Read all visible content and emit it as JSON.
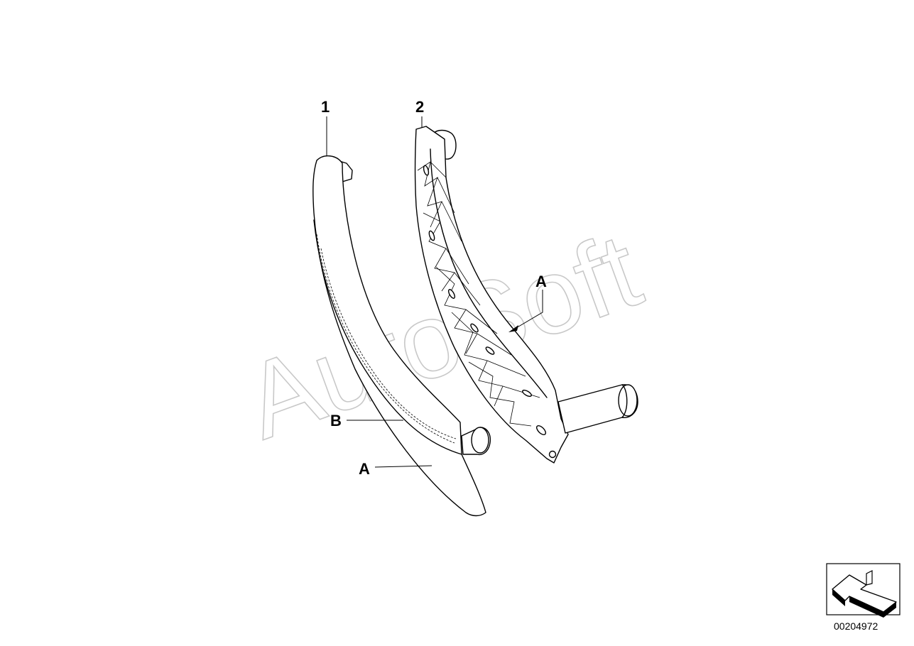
{
  "callouts": {
    "part_1": "1",
    "part_2": "2",
    "label_a_part2": "A",
    "label_b_part1": "B",
    "label_a_part1": "A"
  },
  "watermark": {
    "text": "AutoSoft"
  },
  "reference_number": "00204972",
  "icons": {
    "orientation": "vehicle-orientation-arrow-icon"
  },
  "colors": {
    "line": "#000000",
    "background": "#ffffff",
    "watermark": "#c8c8c8"
  }
}
